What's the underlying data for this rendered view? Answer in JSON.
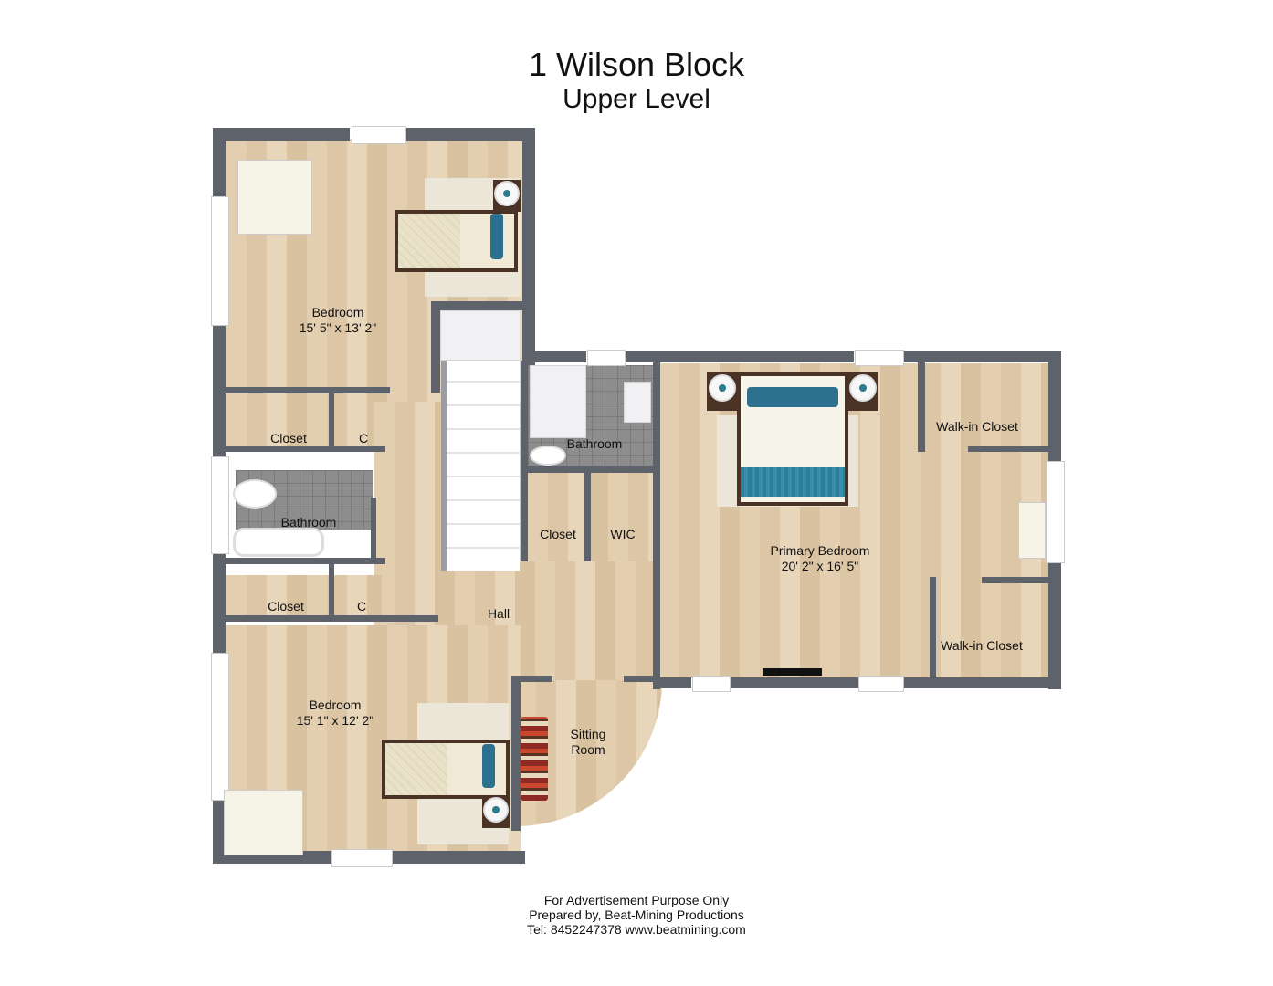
{
  "header": {
    "title": "1 Wilson Block",
    "subtitle": "Upper Level"
  },
  "rooms": [
    {
      "name": "Bedroom",
      "dimensions": "15' 5\" x 13' 2\""
    },
    {
      "name": "Closet",
      "dimensions": ""
    },
    {
      "name": "C",
      "dimensions": ""
    },
    {
      "name": "Bathroom",
      "dimensions": ""
    },
    {
      "name": "Closet",
      "dimensions": ""
    },
    {
      "name": "C",
      "dimensions": ""
    },
    {
      "name": "Bedroom",
      "dimensions": "15' 1\" x 12' 2\""
    },
    {
      "name": "Hall",
      "dimensions": ""
    },
    {
      "name": "Bathroom",
      "dimensions": ""
    },
    {
      "name": "Closet",
      "dimensions": ""
    },
    {
      "name": "WIC",
      "dimensions": ""
    },
    {
      "name": "Sitting",
      "name2": "Room"
    },
    {
      "name": "Primary Bedroom",
      "dimensions": "20' 2\" x 16' 5\""
    },
    {
      "name": "Walk-in Closet",
      "dimensions": ""
    },
    {
      "name": "Walk-in Closet",
      "dimensions": ""
    }
  ],
  "footer": {
    "line1": "For Advertisement Purpose Only",
    "line2": "Prepared by, Beat-Mining Productions",
    "line3": "Tel: 8452247378 www.beatmining.com"
  },
  "colors": {
    "wall": "#5e636b",
    "floor": "#e3cfb0",
    "tile": "#8d8d8d",
    "accent_blue": "#2d6f8f"
  }
}
